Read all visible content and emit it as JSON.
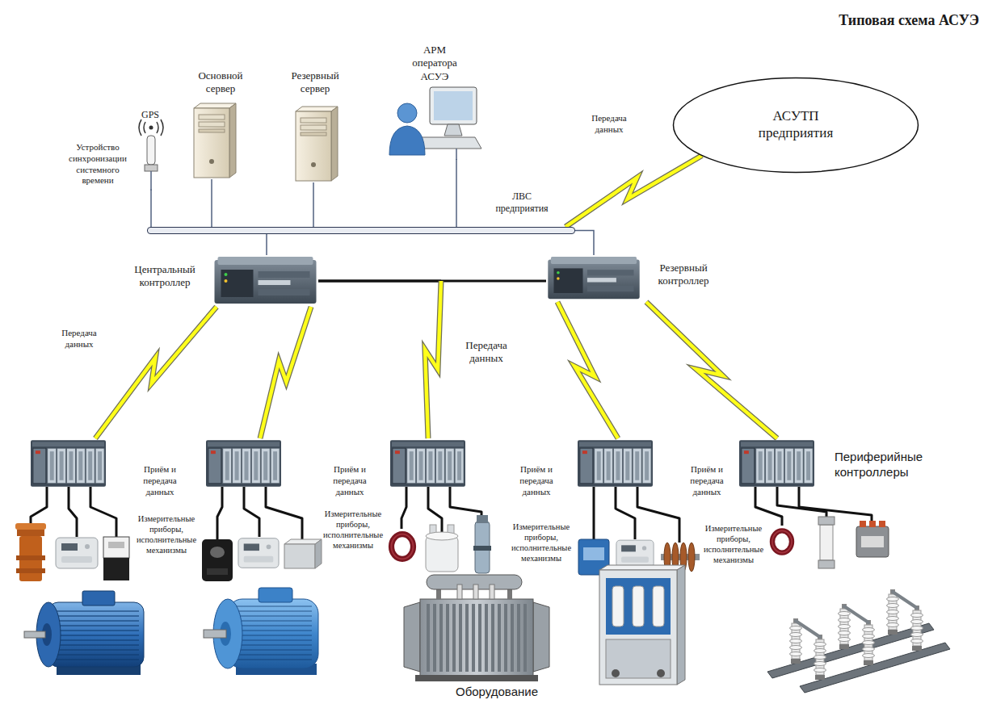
{
  "diagram": {
    "title": "Типовая схема АСУЭ",
    "nodes": [
      {
        "text": [
          "GPS",
          "Устройство синхронизации системного времени"
        ]
      },
      {
        "text": [
          "Основной сервер"
        ]
      },
      {
        "text": [
          "Резервный сервер"
        ]
      },
      {
        "text": [
          "АРМ оператора АСУЭ"
        ]
      },
      {
        "text": [
          "АСУТП предприятия"
        ]
      },
      {
        "text": [
          "ЛВС предприятия"
        ]
      },
      {
        "text": [
          "Центральный контроллер"
        ]
      },
      {
        "text": [
          "Резервный контроллер"
        ]
      },
      {
        "text": [
          "Приём и передача данных"
        ]
      },
      {
        "text": [
          "Приём и передача данных"
        ]
      },
      {
        "text": [
          "Приём и передача данных"
        ]
      },
      {
        "text": [
          "Приём и передача данных"
        ]
      },
      {
        "text": [
          "Периферийные контроллеры"
        ]
      }
    ],
    "edges": [
      {
        "from": 0,
        "to": 5,
        "arrow": "none"
      },
      {
        "from": 1,
        "to": 5,
        "arrow": "none"
      },
      {
        "from": 2,
        "to": 5,
        "arrow": "none"
      },
      {
        "from": 3,
        "to": 5,
        "arrow": "none"
      },
      {
        "from": 4,
        "to": 5,
        "label": "Передача данных",
        "arrow": "none"
      },
      {
        "from": 5,
        "to": 6,
        "arrow": "none"
      },
      {
        "from": 5,
        "to": 7,
        "arrow": "none"
      },
      {
        "from": 6,
        "to": 7,
        "arrow": "none"
      },
      {
        "from": 6,
        "to": 8,
        "label": "Передача данных",
        "arrow": "none"
      },
      {
        "from": 6,
        "to": 9,
        "arrow": "none"
      },
      {
        "from": 6,
        "to": 10,
        "label": "Передача данных",
        "arrow": "none"
      },
      {
        "from": 7,
        "to": 11,
        "arrow": "none"
      },
      {
        "from": 7,
        "to": 12,
        "arrow": "none"
      }
    ],
    "labels": [
      "Измерительные приборы, исполнительные механизмы",
      "Измерительные приборы, исполнительные механизмы",
      "Измерительные приборы, исполнительные механизмы",
      "Измерительные приборы, исполнительные механизмы",
      "Оборудование"
    ]
  }
}
